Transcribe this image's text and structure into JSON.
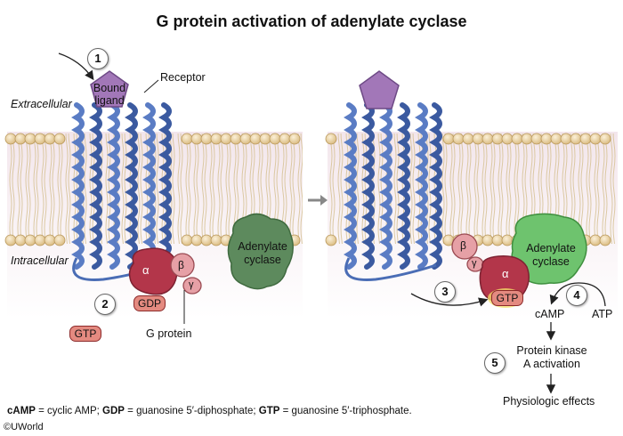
{
  "title": "G protein activation of adenylate cyclase",
  "labels": {
    "extracellular": "Extracellular",
    "intracellular": "Intracellular",
    "receptor": "Receptor",
    "bound_ligand_line1": "Bound",
    "bound_ligand_line2": "ligand",
    "alpha": "α",
    "beta": "β",
    "gamma": "γ",
    "gdp": "GDP",
    "gtp": "GTP",
    "gtp_bound": "GTP",
    "g_protein": "G protein",
    "adenylate_cyclase_line1": "Adenylate",
    "adenylate_cyclase_line2": "cyclase",
    "camp": "cAMP",
    "atp": "ATP",
    "protein_kinase_line1": "Protein kinase",
    "protein_kinase_line2": "A activation",
    "physiologic_effects": "Physiologic effects"
  },
  "steps": [
    "1",
    "2",
    "3",
    "4",
    "5"
  ],
  "footer": {
    "camp_abbr": "cAMP",
    "camp_def": " = cyclic AMP; ",
    "gdp_abbr": "GDP",
    "gdp_def": " = guanosine 5′-diphosphate; ",
    "gtp_abbr": "GTP",
    "gtp_def": " = guanosine 5′-triphosphate."
  },
  "copyright": "©UWorld",
  "colors": {
    "receptor": "#4a6db5",
    "ligand": "#a277b8",
    "alpha_subunit": "#b3364a",
    "beta_gamma": "#e6a0a6",
    "adenylate_cyclase_inactive": "#5d8a5d",
    "adenylate_cyclase_active": "#6ec36e",
    "membrane_head": "#e8d2a8"
  }
}
